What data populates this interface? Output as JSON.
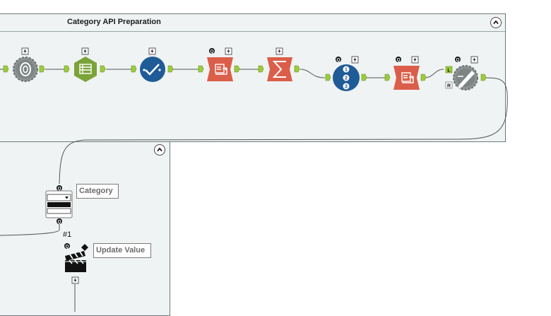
{
  "workflow": {
    "top_container": {
      "title": "Category API Preparation",
      "collapse_icon": "collapse-up-icon"
    },
    "bottom_container": {
      "collapse_icon": "collapse-up-icon"
    },
    "tools": [
      {
        "name": "gear-lock-tool",
        "icon": "gear-hexagon-icon",
        "color": "#8a9090"
      },
      {
        "name": "text-to-columns-tool",
        "icon": "hexagon-table-icon",
        "color": "#7ba33a"
      },
      {
        "name": "data-cleansing-tool",
        "icon": "checkmark-circle-icon",
        "color": "#1f5b97"
      },
      {
        "name": "dynamic-rename-tool",
        "icon": "rename-tool-icon",
        "color": "#db5e4a"
      },
      {
        "name": "summarize-tool",
        "icon": "sigma-icon",
        "color": "#db5e4a"
      },
      {
        "name": "record-id-tool",
        "icon": "numbered-list-icon",
        "color": "#1f5b97"
      },
      {
        "name": "dynamic-rename-tool-2",
        "icon": "rename-tool-icon",
        "color": "#db5e4a"
      },
      {
        "name": "formula-tool",
        "icon": "pencil-gear-icon",
        "color": "#8a9090"
      },
      {
        "name": "dropdown-interface-tool",
        "icon": "dropdown-icon",
        "color": "#222222"
      },
      {
        "name": "action-tool",
        "icon": "clapperboard-icon",
        "color": "#111111"
      }
    ],
    "badges": {
      "lightning": "lightning-icon",
      "question": "Q",
      "join_left": "L",
      "join_right": "R"
    },
    "annotations": {
      "category": "Category",
      "update_value": "Update Value"
    },
    "connection_label": "#1",
    "colors": {
      "container_bg": "#eff3f3",
      "anchor_green": "#9ccc3c",
      "wire": "#555555"
    }
  }
}
